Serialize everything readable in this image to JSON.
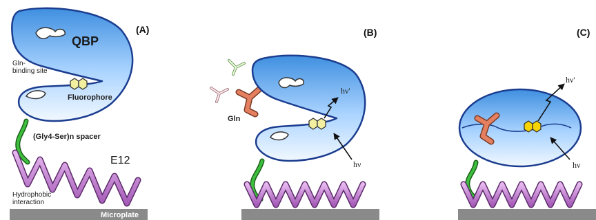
{
  "panels": {
    "a": {
      "label": "(A)",
      "protein": "QBP",
      "binding_site": [
        "Gln-",
        "binding site"
      ],
      "fluorophore": "Fluorophore",
      "spacer": "(Gly4-Ser)n spacer",
      "anchor": "E12",
      "interaction": [
        "Hydrophobic",
        "interaction"
      ],
      "plate": "Microplate"
    },
    "b": {
      "label": "(B)",
      "ligand": "Gln",
      "emission": "hν'",
      "excitation": "hν"
    },
    "c": {
      "label": "(C)",
      "emission": "hν'",
      "excitation": "hν"
    }
  },
  "colors": {
    "protein_edge": "#1b3d8f",
    "protein_fill_top": "#3f8fe0",
    "protein_fill_bottom": "#e8f4ff",
    "glutamine": "#e48060",
    "helix": "#c98ad6",
    "spacer": "#3dbf3d",
    "plate": "#8a8a8a",
    "fluorophore_a": "#f2f0a0",
    "fluorophore_c": "#f6d400"
  }
}
